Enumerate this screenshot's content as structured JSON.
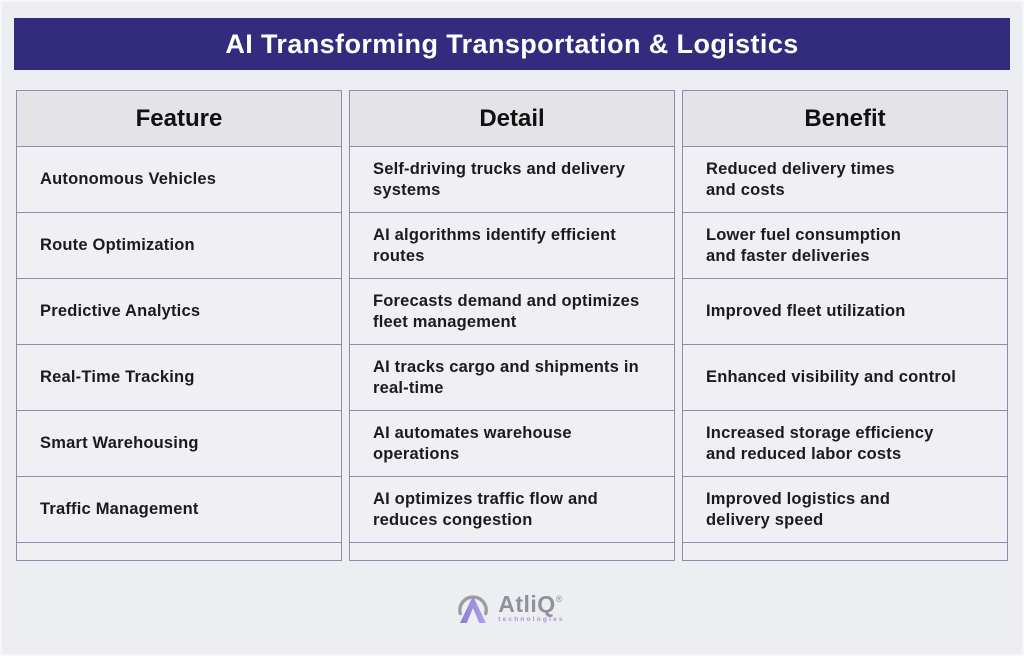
{
  "colors": {
    "page_bg": "#edeef2",
    "banner_bg": "#322b7e",
    "banner_text": "#ffffff",
    "table_border": "#8f8bab",
    "header_cell_bg": "#e4e4e8",
    "body_cell_bg": "#f0f0f4",
    "cell_text": "#1b1b1b",
    "logo_purple": "#b2a1f0",
    "logo_gray": "#92939b"
  },
  "header": {
    "title": "AI Transforming Transportation & Logistics"
  },
  "chart_data": {
    "type": "table",
    "title": "AI Transforming Transportation & Logistics",
    "columns": [
      "Feature",
      "Detail",
      "Benefit"
    ],
    "rows": [
      [
        "Autonomous Vehicles",
        "Self-driving trucks and delivery systems",
        "Reduced delivery times and costs"
      ],
      [
        "Route Optimization",
        "AI algorithms identify efficient routes",
        "Lower fuel consumption and faster deliveries"
      ],
      [
        "Predictive Analytics",
        "Forecasts demand and optimizes fleet management",
        "Improved fleet utilization"
      ],
      [
        "Real-Time Tracking",
        "AI tracks cargo and shipments in real-time",
        "Enhanced visibility and control"
      ],
      [
        "Smart Warehousing",
        "AI automates warehouse operations",
        "Increased storage efficiency and reduced labor costs"
      ],
      [
        "Traffic Management",
        "AI optimizes traffic flow and reduces congestion",
        "Improved logistics and delivery speed"
      ]
    ]
  },
  "table": {
    "columns": [
      {
        "header": "Feature",
        "rows": [
          "Autonomous Vehicles",
          "Route Optimization",
          "Predictive Analytics",
          "Real-Time Tracking",
          "Smart Warehousing",
          "Traffic Management"
        ]
      },
      {
        "header": "Detail",
        "rows": [
          "Self-driving trucks and delivery\nsystems",
          "AI algorithms identify efficient\nroutes",
          "Forecasts demand and optimizes\nfleet management",
          "AI tracks cargo and shipments in\nreal-time",
          "AI automates warehouse\noperations",
          "AI optimizes traffic flow and\nreduces congestion"
        ]
      },
      {
        "header": "Benefit",
        "rows": [
          "Reduced delivery times\nand costs",
          "Lower fuel consumption\nand faster deliveries",
          "Improved fleet utilization",
          "Enhanced visibility and control",
          "Increased storage efficiency\nand reduced labor costs",
          "Improved logistics and\ndelivery speed"
        ]
      }
    ]
  },
  "footer": {
    "brand": "AtliQ",
    "trademark": "®",
    "brand_sub": "technologies"
  }
}
